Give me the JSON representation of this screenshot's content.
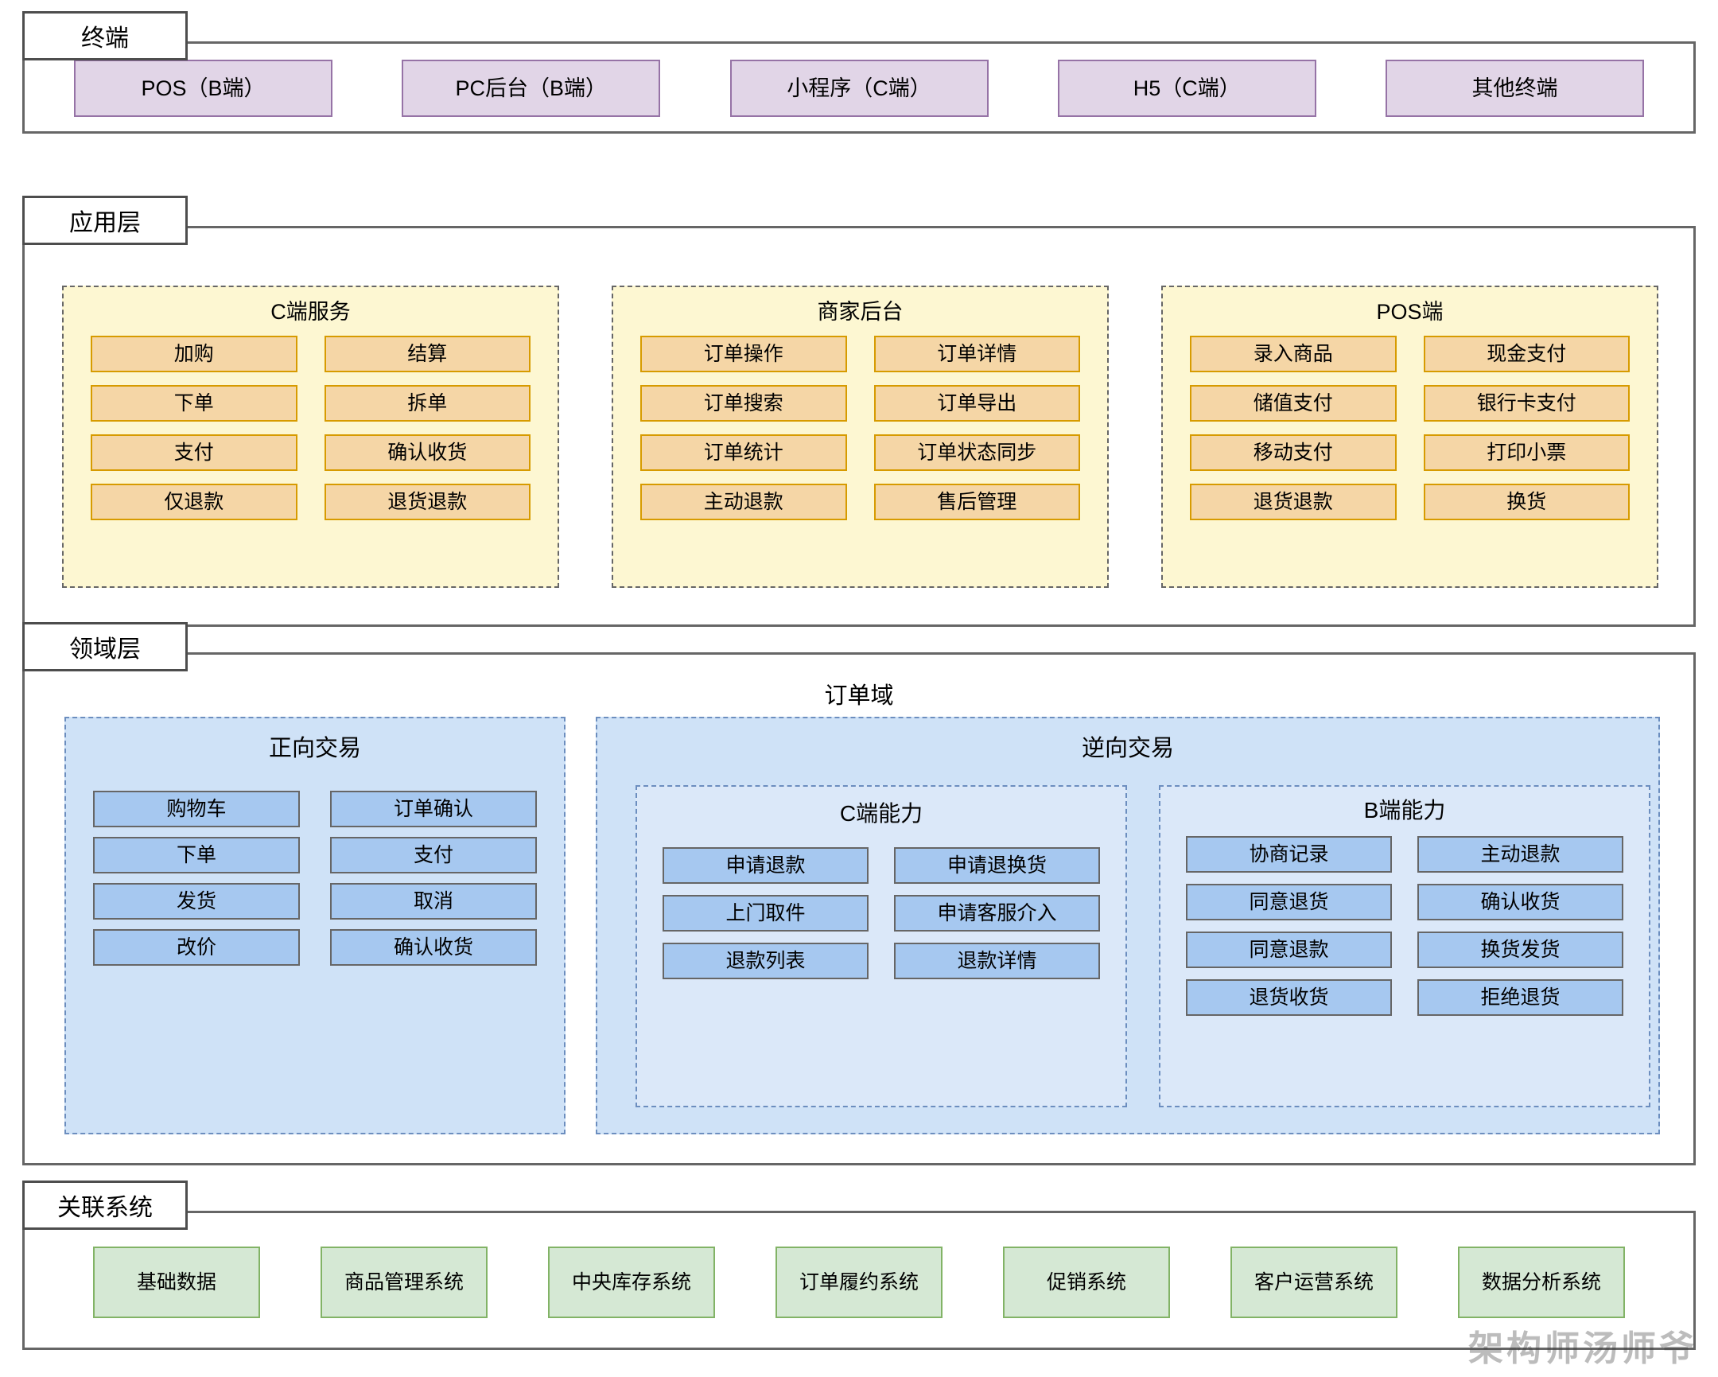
{
  "diagram": {
    "watermark": "架构师汤师爷",
    "colors": {
      "terminal_fill": "#e1d5e7",
      "terminal_stroke": "#9673a6",
      "application_group_fill": "#fdf7d2",
      "application_chip_fill": "#f5d6a6",
      "application_chip_stroke": "#d79b00",
      "domain_group_fill": "#cfe2f7",
      "domain_inner_fill": "#dbe8f9",
      "domain_chip_fill": "#a6c8f0",
      "domain_chip_stroke": "#666666",
      "system_fill": "#d5e8d4",
      "system_stroke": "#82b366",
      "layer_border": "#666666"
    }
  },
  "terminal_layer": {
    "title": "终端",
    "items": [
      {
        "label": "POS（B端）"
      },
      {
        "label": "PC后台（B端）"
      },
      {
        "label": "小程序（C端）"
      },
      {
        "label": "H5（C端）"
      },
      {
        "label": "其他终端"
      }
    ]
  },
  "application_layer": {
    "title": "应用层",
    "groups": [
      {
        "title": "C端服务",
        "items": [
          "加购",
          "结算",
          "下单",
          "拆单",
          "支付",
          "确认收货",
          "仅退款",
          "退货退款"
        ]
      },
      {
        "title": "商家后台",
        "items": [
          "订单操作",
          "订单详情",
          "订单搜索",
          "订单导出",
          "订单统计",
          "订单状态同步",
          "主动退款",
          "售后管理"
        ]
      },
      {
        "title": "POS端",
        "items": [
          "录入商品",
          "现金支付",
          "储值支付",
          "银行卡支付",
          "移动支付",
          "打印小票",
          "退货退款",
          "换货"
        ]
      }
    ]
  },
  "domain_layer": {
    "title": "领域层",
    "domain_title": "订单域",
    "forward": {
      "title": "正向交易",
      "items": [
        "购物车",
        "订单确认",
        "下单",
        "支付",
        "发货",
        "取消",
        "改价",
        "确认收货"
      ]
    },
    "reverse": {
      "title": "逆向交易",
      "subgroups": [
        {
          "title": "C端能力",
          "items": [
            "申请退款",
            "申请退换货",
            "上门取件",
            "申请客服介入",
            "退款列表",
            "退款详情"
          ]
        },
        {
          "title": "B端能力",
          "items": [
            "协商记录",
            "主动退款",
            "同意退货",
            "确认收货",
            "同意退款",
            "换货发货",
            "退货收货",
            "拒绝退货"
          ]
        }
      ]
    }
  },
  "related_systems_layer": {
    "title": "关联系统",
    "items": [
      "基础数据",
      "商品管理系统",
      "中央库存系统",
      "订单履约系统",
      "促销系统",
      "客户运营系统",
      "数据分析系统"
    ]
  }
}
